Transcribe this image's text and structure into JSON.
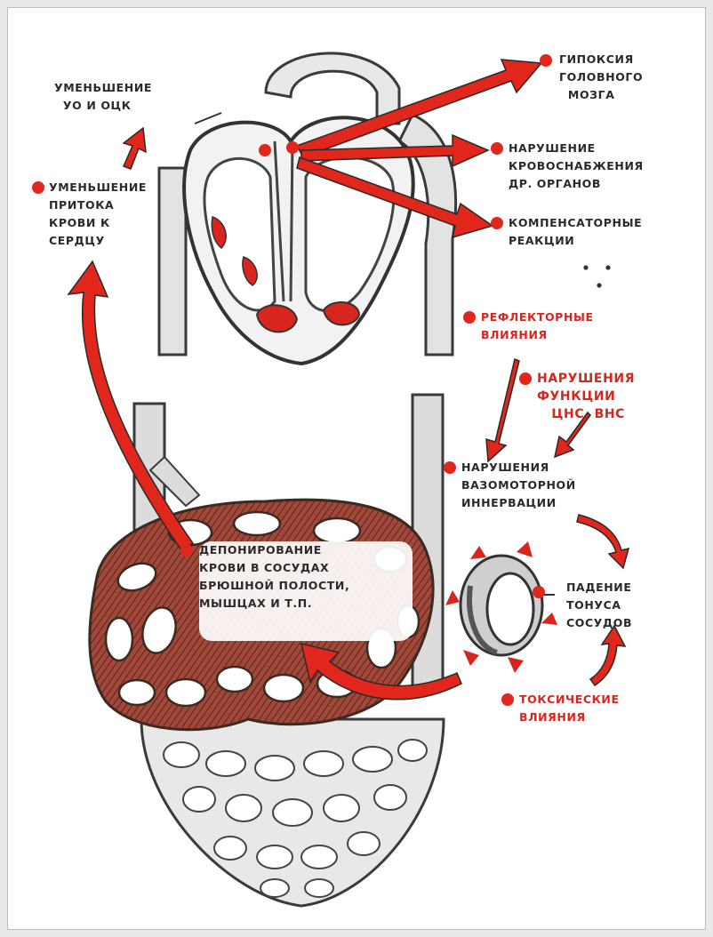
{
  "labels": {
    "reduction_sv": "Уменьшение\n  УО и ОЦК",
    "brain_hypoxia": "Гипоксия\nголовного\n  мозга",
    "blood_supply": "Нарушение\nкровоснабжения\nдр. органов",
    "compensatory": "Компенсаторные\nреакции",
    "reduced_inflow": "Уменьшение\nпритока\nкрови к\nсердцу",
    "reflex": "Рефлекторные\nвлияния",
    "cns_dysfunction": "Нарушения\nфункции\n   ЦНС, ВНС",
    "vasomotor": "Нарушения\nвазомоторной\nиннервации",
    "blood_pooling": "Депонирование\nкрови в сосудах\nбрюшной полости,\nмышцах и т.п.",
    "tone_drop": "Падение\nтонуса\nсосудов",
    "toxic": "Токсические\nвлияния"
  },
  "colors": {
    "accent": "#e1261c",
    "outline": "#3a3a3a",
    "tissue": "#8c3a2e",
    "vessel_fill": "#d8d8d8"
  }
}
